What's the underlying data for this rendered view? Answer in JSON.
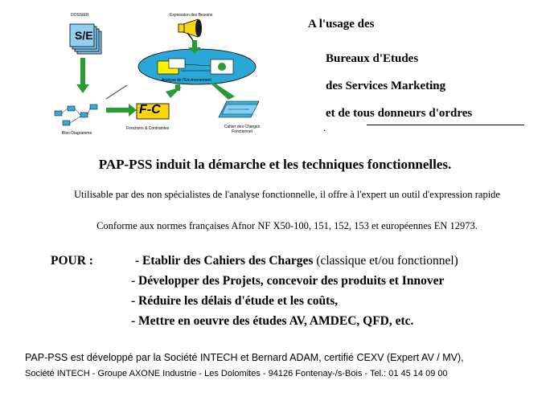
{
  "diagram": {
    "dossier_label": "DOSSIER",
    "dossier_badge": "S/E",
    "expression_label": "Expression des Besoins",
    "analyse_label": "Analyse de l'Environnement",
    "bloc_label": "Bloc-Diagramme",
    "fc_badge": "F-C",
    "fonctions_label": "Fonctions  &  Contraintes",
    "cahier_label": "Cahier des Charges\nFonctionnel"
  },
  "audience": {
    "heading": "A l'usage des",
    "items": [
      "Bureaux d'Etudes",
      "des Services Marketing",
      "et de tous donneurs d'ordres"
    ],
    "dot": "."
  },
  "headline": "PAP-PSS induit la démarche et les techniques fonctionnelles.",
  "description": {
    "line1": "Utilisable par des non spécialistes de l'analyse fonctionnelle, il offre à l'expert un outil d'expression rapide",
    "line2": "Conforme aux normes françaises Afnor NF X50-100, 151, 152, 153 et européennes  EN 12973."
  },
  "pour": {
    "label": "POUR  :",
    "item1_bold": "- Etablir  des  Cahiers des Charges",
    "item1_normal": " (classique et/ou fonctionnel)",
    "items": [
      "- Développer des Projets, concevoir des produits  et  Innover",
      "- Réduire les délais d'étude et les coûts,",
      "- Mettre en oeuvre des études AV, AMDEC, QFD, etc."
    ]
  },
  "footer": {
    "line1": "PAP-PSS est développé par la Société INTECH et Bernard ADAM,  certifié CEXV (Expert AV / MV),",
    "line2": "Société  INTECH  -  Groupe  AXONE  Industrie  - Les Dolomites - 94126 Fontenay-/s-Bois - Tel.: 01 45 14 09 00"
  }
}
